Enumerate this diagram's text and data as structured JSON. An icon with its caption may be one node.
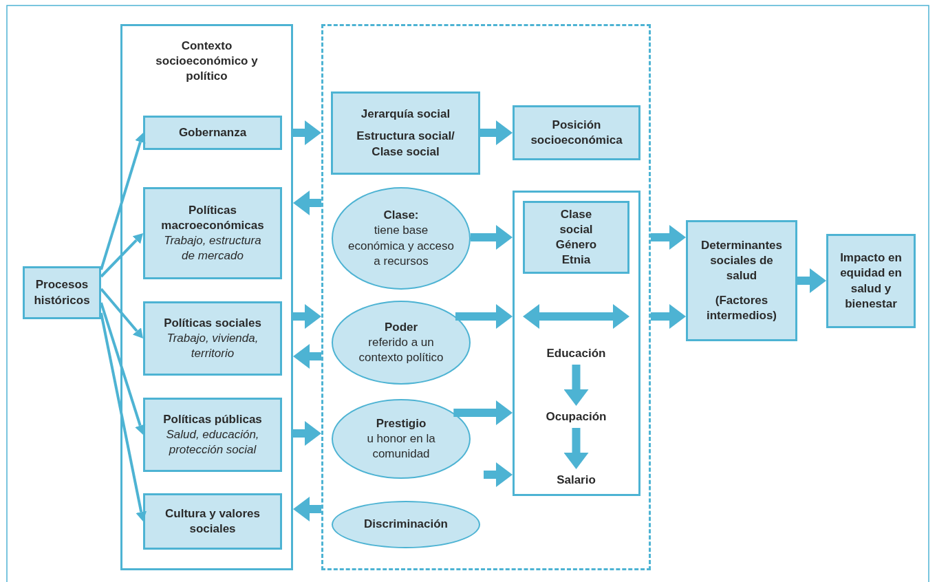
{
  "diagram": {
    "nodes": [
      {
        "text": [
          "Procesos históricos"
        ]
      },
      {
        "text": [
          "Contexto socioeconómico y político"
        ]
      },
      {
        "text": [
          "Gobernanza"
        ],
        "in": 1
      },
      {
        "text": [
          "Políticas macroeconómicas",
          "Trabajo, estructura de mercado"
        ],
        "in": 1
      },
      {
        "text": [
          "Políticas sociales",
          "Trabajo, vivienda, territorio"
        ],
        "in": 1
      },
      {
        "text": [
          "Políticas públicas",
          "Salud, educación, protección social"
        ],
        "in": 1
      },
      {
        "text": [
          "Cultura y valores sociales"
        ],
        "in": 1
      },
      {
        "text": [],
        "shape": "box"
      },
      {
        "text": [
          "Jerarquía social",
          "Estructura social/ Clase social"
        ],
        "in": 7
      },
      {
        "text": [
          "Posición socioeconómica"
        ],
        "in": 7
      },
      {
        "text": [
          "Clase:",
          "tiene base económica y acceso a recursos"
        ],
        "in": 7
      },
      {
        "text": [
          "**Poder** referido a un contexto político"
        ],
        "in": 7
      },
      {
        "text": [
          "Prestigio",
          "u honor en la comunidad"
        ],
        "in": 7
      },
      {
        "text": [
          "Discriminación"
        ],
        "in": 7
      },
      {
        "text": [],
        "shape": "box",
        "in": 7
      },
      {
        "text": [
          "Clase social Género Etnia"
        ],
        "in": 14
      },
      {
        "text": [
          "Educación"
        ],
        "in": 14
      },
      {
        "text": [
          "Ocupación"
        ],
        "in": 14
      },
      {
        "text": [
          "Salario"
        ],
        "in": 14
      },
      {
        "text": [
          "Determinantes sociales de salud",
          "(Factores intermedios)"
        ]
      },
      {
        "text": [
          "Impacto en equidad en salud y bienestar"
        ]
      }
    ],
    "edges": [
      {
        "from": 0,
        "to": 2,
        "arrow": "to"
      },
      {
        "from": 0,
        "to": 3,
        "arrow": "to"
      },
      {
        "from": 0,
        "to": 4,
        "arrow": "to"
      },
      {
        "from": 0,
        "to": 5,
        "arrow": "to"
      },
      {
        "from": 0,
        "to": 6,
        "arrow": "to"
      },
      {
        "from": 1,
        "to": 7,
        "arrow": "to"
      },
      {
        "from": 7,
        "to": 1,
        "arrow": "to"
      },
      {
        "from": 1,
        "to": 7,
        "arrow": "to"
      },
      {
        "from": 7,
        "to": 1,
        "arrow": "to"
      },
      {
        "from": 1,
        "to": 7,
        "arrow": "to"
      },
      {
        "from": 7,
        "to": 1,
        "arrow": "to"
      },
      {
        "from": 8,
        "to": 9,
        "arrow": "to"
      },
      {
        "from": 10,
        "to": 14,
        "arrow": "to"
      },
      {
        "from": 11,
        "to": 14,
        "arrow": "to"
      },
      {
        "from": 12,
        "to": 14,
        "arrow": "to"
      },
      {
        "from": null,
        "to": 14,
        "arrow": "to"
      },
      {
        "from": 16,
        "to": 17,
        "arrow": "to"
      },
      {
        "from": 17,
        "to": 18,
        "arrow": "to"
      },
      {
        "from": 7,
        "to": 19,
        "arrow": "to"
      },
      {
        "from": 7,
        "to": 19,
        "arrow": "to"
      },
      {
        "from": 19,
        "to": 20,
        "arrow": "to"
      }
    ]
  }
}
